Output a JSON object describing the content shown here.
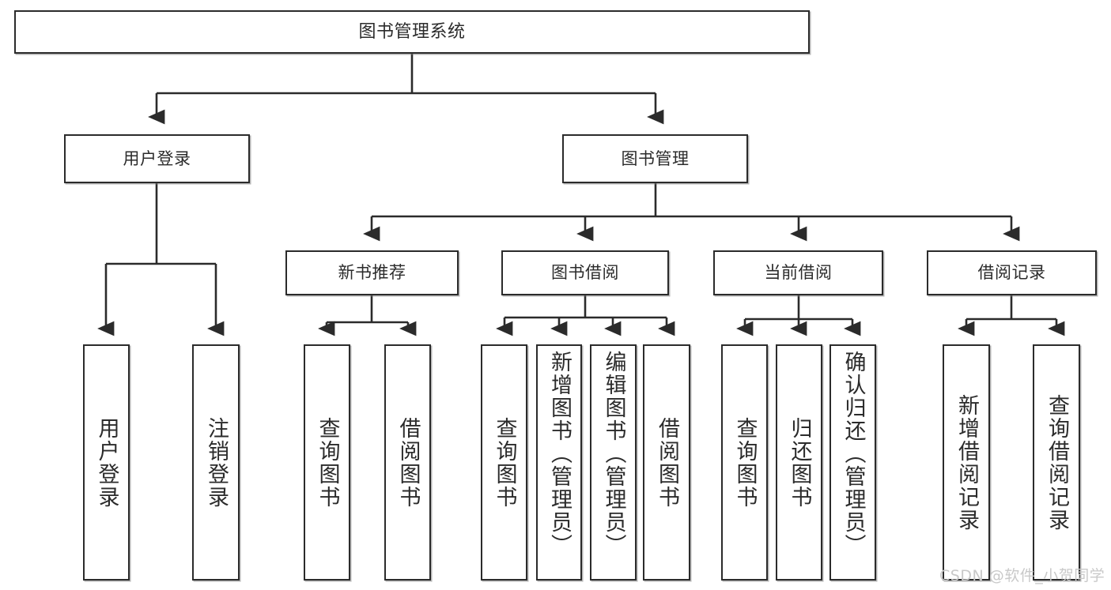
{
  "diagram": {
    "type": "tree-hierarchy",
    "title": "图书管理系统",
    "root": {
      "label": "图书管理系统"
    },
    "level2": [
      {
        "id": "user-login",
        "label": "用户登录"
      },
      {
        "id": "book-management",
        "label": "图书管理"
      }
    ],
    "level3": [
      {
        "id": "new-book-recommend",
        "label": "新书推荐",
        "parent": "book-management"
      },
      {
        "id": "book-borrow",
        "label": "图书借阅",
        "parent": "book-management"
      },
      {
        "id": "current-borrow",
        "label": "当前借阅",
        "parent": "book-management"
      },
      {
        "id": "borrow-record",
        "label": "借阅记录",
        "parent": "book-management"
      }
    ],
    "leaves": {
      "user-login": [
        {
          "id": "leaf-user-login",
          "label": "用户登录"
        },
        {
          "id": "leaf-logout-login",
          "label": "注销登录"
        }
      ],
      "new-book-recommend": [
        {
          "id": "leaf-query-book-1",
          "label": "查询图书"
        },
        {
          "id": "leaf-borrow-book-1",
          "label": "借阅图书"
        }
      ],
      "book-borrow": [
        {
          "id": "leaf-query-book-2",
          "label": "查询图书"
        },
        {
          "id": "leaf-add-book",
          "label": "新增图书（管理员）"
        },
        {
          "id": "leaf-edit-book",
          "label": "编辑图书（管理员）"
        },
        {
          "id": "leaf-borrow-book-2",
          "label": "借阅图书"
        }
      ],
      "current-borrow": [
        {
          "id": "leaf-query-book-3",
          "label": "查询图书"
        },
        {
          "id": "leaf-return-book",
          "label": "归还图书"
        },
        {
          "id": "leaf-confirm-return",
          "label": "确认归还（管理员）"
        }
      ],
      "borrow-record": [
        {
          "id": "leaf-add-record",
          "label": "新增借阅记录"
        },
        {
          "id": "leaf-query-record",
          "label": "查询借阅记录"
        }
      ]
    },
    "colors": {
      "stroke": "#2b2b2b",
      "fill": "#ffffff",
      "text": "#2b2b2b",
      "watermark": "#c9c9c9"
    }
  },
  "watermark": {
    "text": "CSDN @软件_小贺同学"
  }
}
